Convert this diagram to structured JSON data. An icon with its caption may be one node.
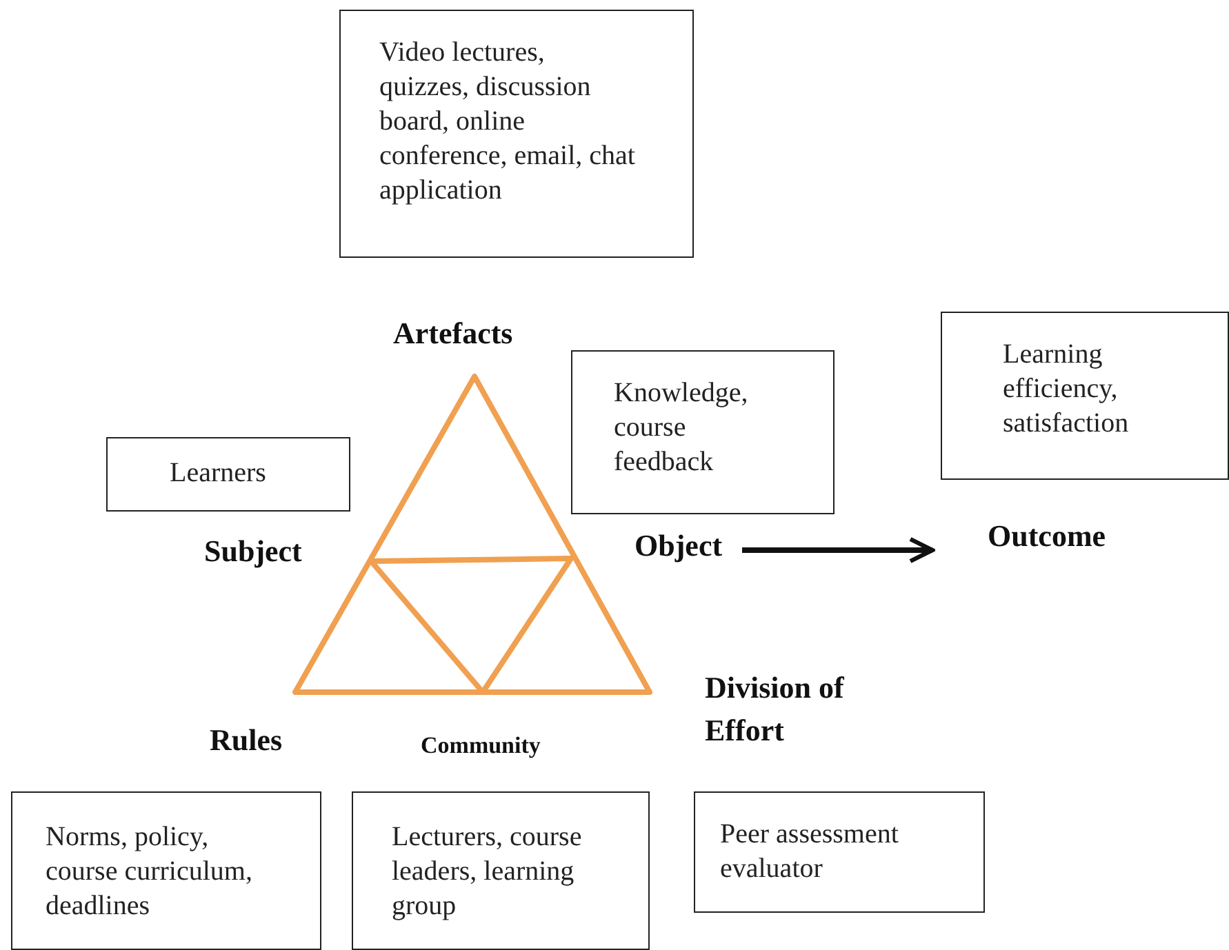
{
  "diagram": {
    "nodes": [
      {
        "text": [
          "Video lectures, quizzes, discussion board, online conference, email, chat application"
        ]
      },
      {
        "text": [
          "Learners"
        ]
      },
      {
        "text": [
          "Knowledge, course feedback"
        ]
      },
      {
        "text": [
          "Learning efficiency, satisfaction"
        ]
      },
      {
        "text": [
          "Object"
        ]
      },
      {
        "text": [
          "Outcome"
        ]
      },
      {
        "text": [
          "Norms, policy, course curriculum, deadlines"
        ]
      },
      {
        "text": [
          "Lecturers, course leaders, learning group"
        ]
      },
      {
        "text": [
          "Peer assessment evaluator"
        ]
      }
    ],
    "edges": [
      {
        "from": 4,
        "to": 5,
        "arrow": "to"
      }
    ],
    "labels": [
      "Artefacts",
      "Subject",
      "Division of Effort",
      "Rules",
      "Community"
    ]
  }
}
